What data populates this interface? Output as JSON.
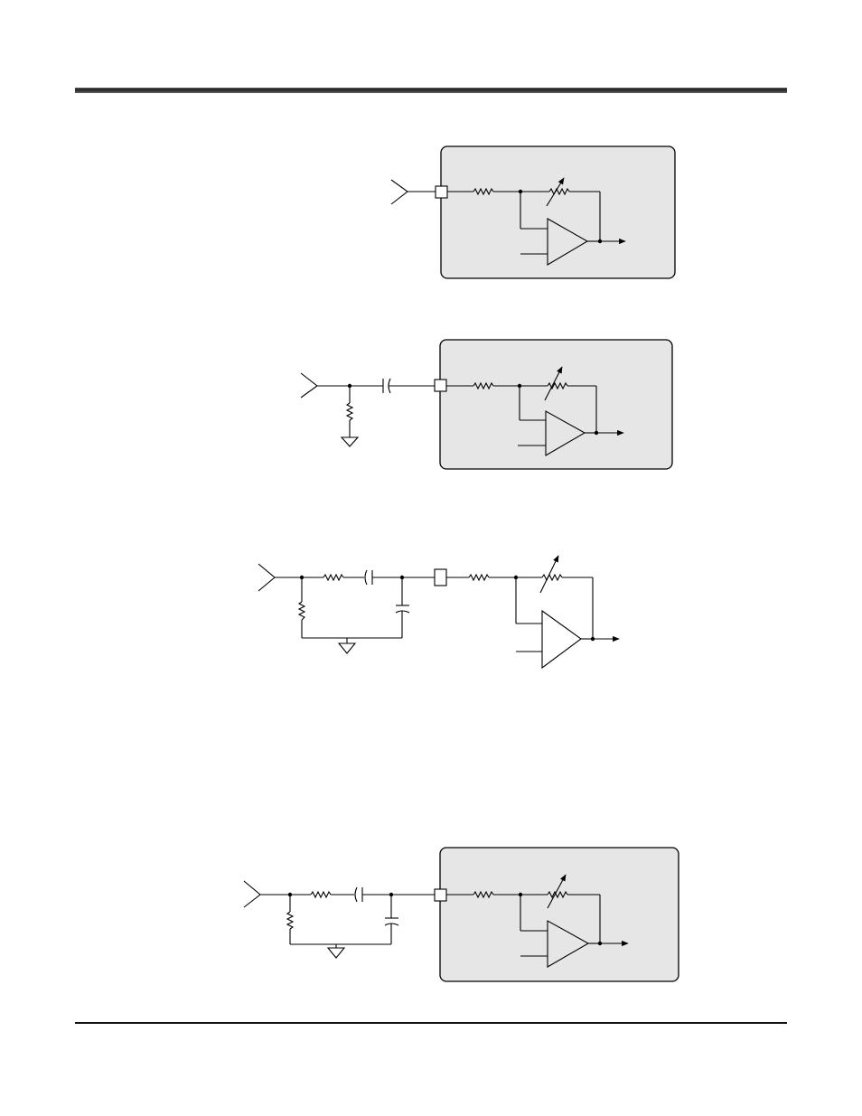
{
  "page": {
    "background": "#ffffff",
    "panel_fill": "#e6e6e6",
    "line_color": "#000000"
  },
  "diagrams": [
    {
      "id": "circuit-1",
      "input_network": "direct"
    },
    {
      "id": "circuit-2",
      "input_network": "series-capacitor-with-resistor-to-ground"
    },
    {
      "id": "circuit-3",
      "input_network": "rc-filter",
      "enclosure_panel": false
    },
    {
      "id": "circuit-4",
      "input_network": "rc-filter"
    }
  ]
}
